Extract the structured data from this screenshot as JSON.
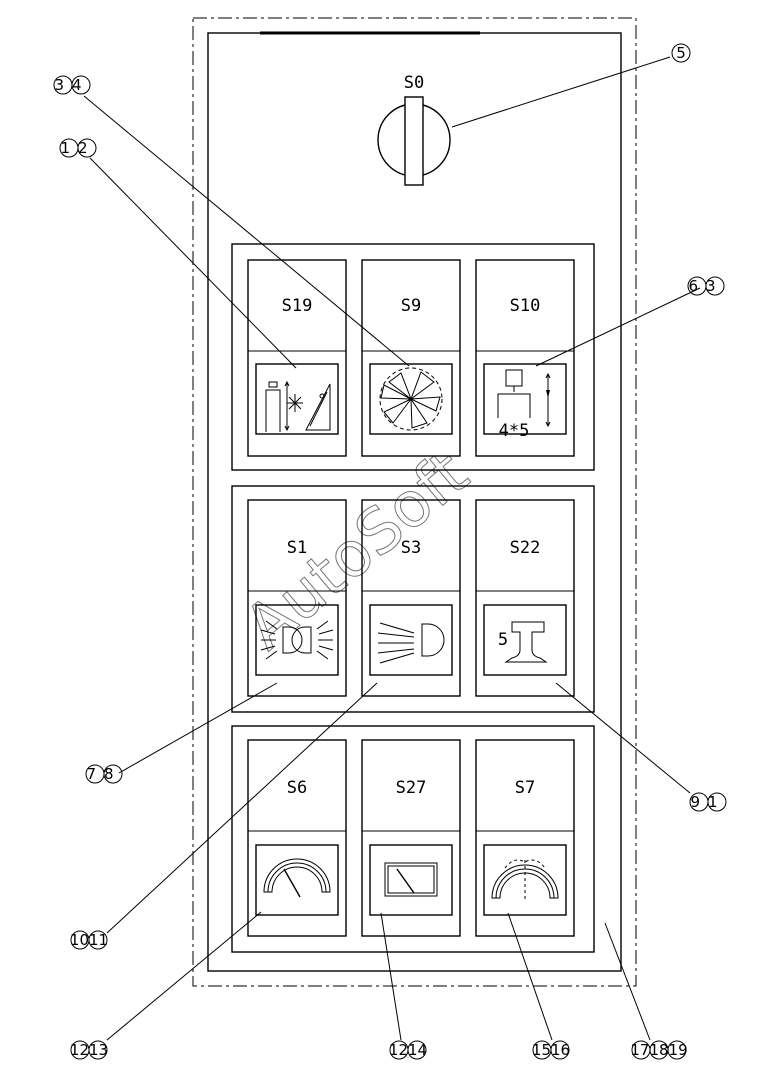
{
  "watermark": "AutoSoft",
  "main_switch": {
    "label": "S0",
    "callout": "5"
  },
  "panel_top": {
    "switches": [
      {
        "label": "S19",
        "icon": "cylinder-lift-icon"
      },
      {
        "label": "S9",
        "icon": "fan-icon"
      },
      {
        "label": "S10",
        "icon": "hoist-icon",
        "sub_label": "4*5"
      }
    ]
  },
  "panel_middle": {
    "switches": [
      {
        "label": "S1",
        "icon": "double-lamp-icon"
      },
      {
        "label": "S3",
        "icon": "headlight-icon"
      },
      {
        "label": "S22",
        "icon": "rail-icon",
        "sub_label": "5"
      }
    ]
  },
  "panel_bottom": {
    "switches": [
      {
        "label": "S6",
        "icon": "gauge-arc-icon"
      },
      {
        "label": "S27",
        "icon": "rect-gauge-icon"
      },
      {
        "label": "S7",
        "icon": "arc-wiper-icon"
      }
    ]
  },
  "callouts": {
    "c34": "34",
    "c12": "12",
    "c5": "5",
    "c63": "63",
    "c78": "78",
    "c91": "91",
    "c1011": "1011",
    "c1213": "1213",
    "c1214": "1214",
    "c1516": "1516",
    "c171819": "171819"
  }
}
